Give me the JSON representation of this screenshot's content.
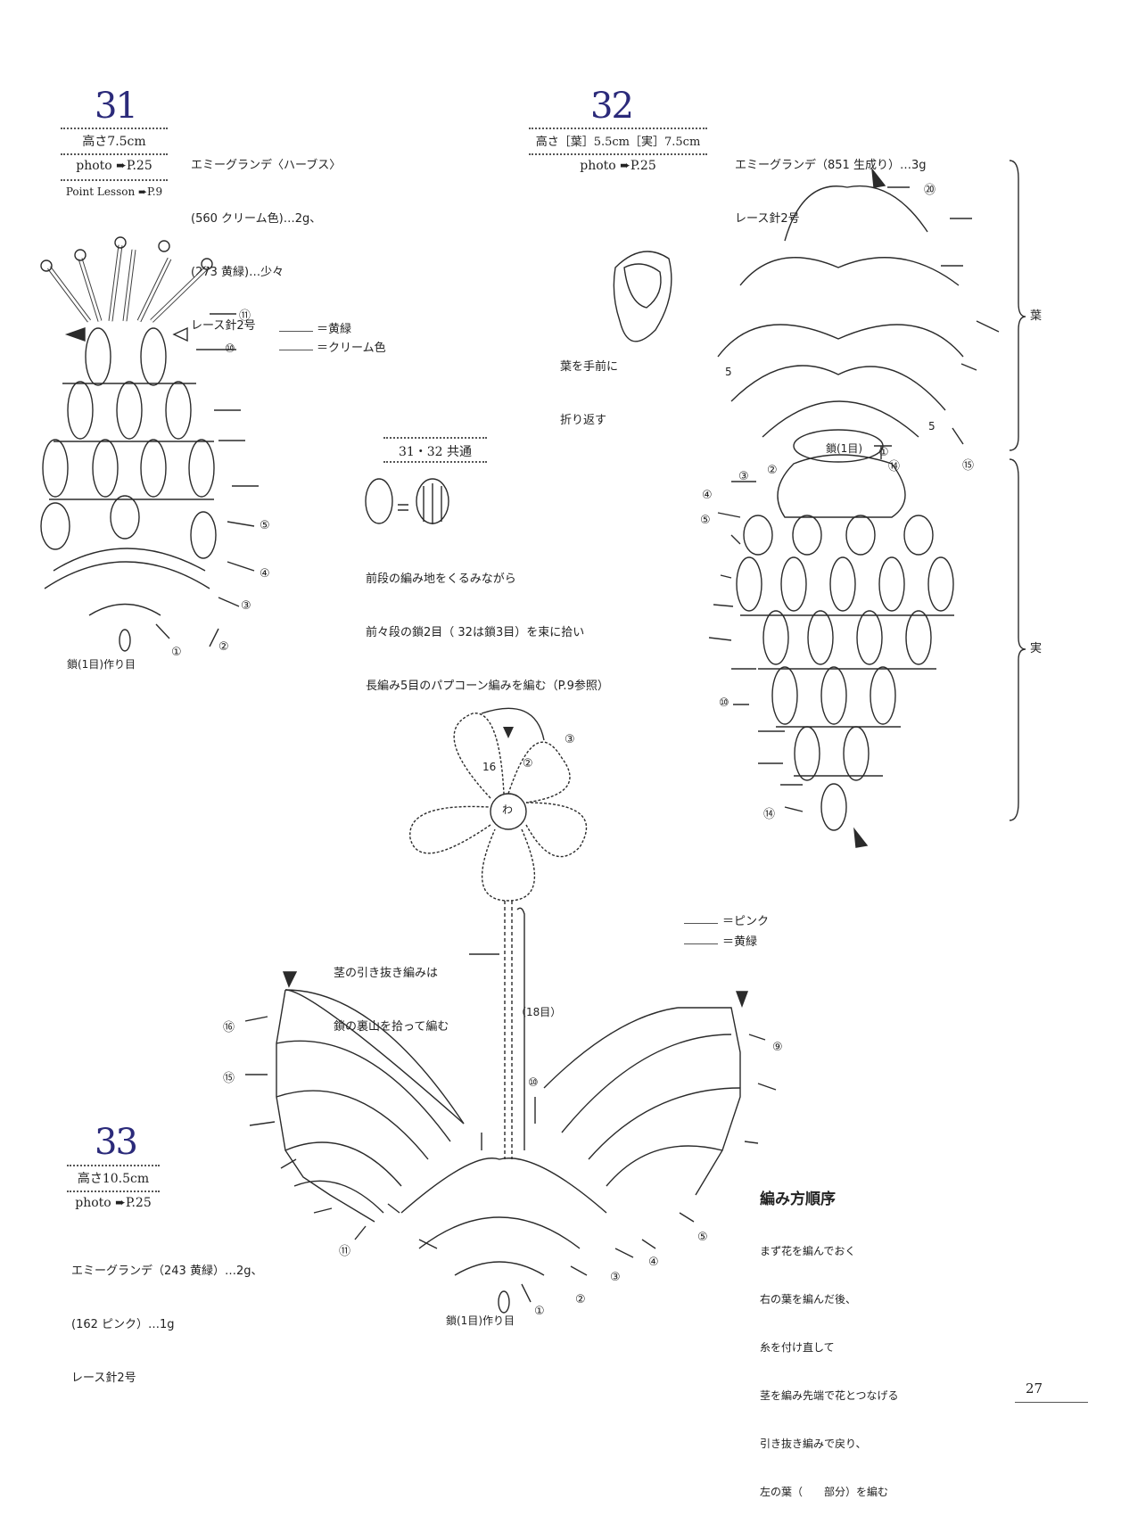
{
  "p31": {
    "number": "31",
    "height": "高さ7.5cm",
    "photo": "photo ➨P.25",
    "point_lesson": "Point Lesson ➨P.9",
    "materials": [
      "エミーグランデ〈ハーブス〉",
      "(560 クリーム色)…2g、",
      "(273 黄緑)…少々",
      "レース針2号"
    ],
    "legend": [
      "＝黄緑",
      "＝クリーム色"
    ],
    "start_label": "鎖(1目)作り目",
    "rows": [
      "⑪",
      "⑩",
      "⑤",
      "④",
      "③",
      "②",
      "①"
    ]
  },
  "p32": {
    "number": "32",
    "height": "高さ［葉］5.5cm［実］7.5cm",
    "photo": "photo ➨P.25",
    "materials": [
      "エミーグランデ（851 生成り）…3g",
      "レース針2号"
    ],
    "fold_note": [
      "葉を手前に",
      "折り返す"
    ],
    "bracket_leaf": "葉",
    "bracket_fruit": "実",
    "ring_label": "鎖(1目)",
    "rows": [
      "⑳",
      "⑮",
      "⑭",
      "①",
      "②",
      "③",
      "④",
      "⑤",
      "⑩",
      "⑭"
    ],
    "fives": [
      "5",
      "5"
    ]
  },
  "common": {
    "title": "31・32 共通",
    "note": [
      "前段の編み地をくるみながら",
      "前々段の鎖2目（ 32は鎖3目）を束に拾い",
      "長編み5目のパプコーン編みを編む（P.9参照）"
    ]
  },
  "p33": {
    "number": "33",
    "height": "高さ10.5cm",
    "photo": "photo ➨P.25",
    "materials": [
      "エミーグランデ（243 黄緑）…2g、",
      "(162 ピンク）…1g",
      "レース針2号"
    ],
    "legend": [
      "＝ピンク",
      "＝黄緑"
    ],
    "stem_note": [
      "茎の引き抜き編みは",
      "鎖の裏山を拾って編む"
    ],
    "stem_count": "（18目）",
    "ring": "わ",
    "flower_count": "16",
    "flower_rows": [
      "②",
      "③"
    ],
    "start_label": "鎖(1目)作り目",
    "rows": [
      "⑯",
      "⑮",
      "⑪",
      "①",
      "②",
      "③",
      "④",
      "⑤",
      "⑨",
      "⑩"
    ],
    "order_title": "編み方順序",
    "order_steps": [
      "まず花を編んでおく",
      "右の葉を編んだ後、",
      "糸を付け直して",
      "茎を編み先端で花とつなげる",
      "引き抜き編みで戻り、",
      "左の葉（　　部分）を編む"
    ]
  },
  "page_number": "27"
}
